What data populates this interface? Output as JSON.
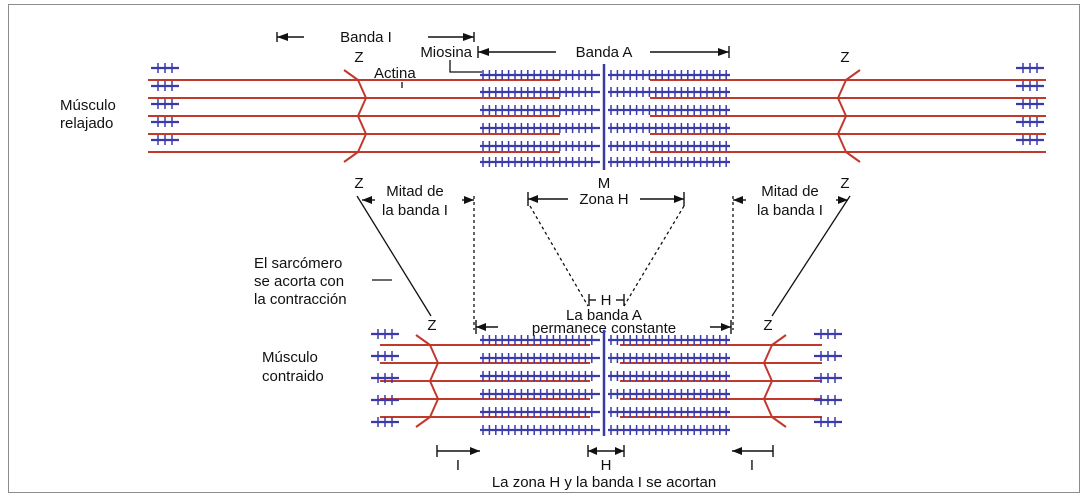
{
  "top": {
    "label_banda_i": "Banda I",
    "label_banda_a": "Banda A",
    "label_miosina": "Miosina",
    "label_actina": "Actina",
    "label_z_left": "Z",
    "label_z_right": "Z",
    "label_m": "M",
    "muscle_state_line1": "Músculo",
    "muscle_state_line2": "relajado"
  },
  "middle": {
    "label_z_left": "Z",
    "label_z_right": "Z",
    "mitad_left_line1": "Mitad de",
    "mitad_left_line2": "la banda I",
    "mitad_right_line1": "Mitad de",
    "mitad_right_line2": "la banda I",
    "zona_h": "Zona H",
    "sarcomere_line1": "El sarcómero",
    "sarcomere_line2": "se acorta con",
    "sarcomere_line3": "la contracción",
    "h_small": "H",
    "band_a_constant_line1": "La banda A",
    "band_a_constant_line2": "permanece constante"
  },
  "bottom": {
    "label_z_left": "Z",
    "label_z_right": "Z",
    "muscle_state_line1": "Músculo",
    "muscle_state_line2": "contraido",
    "label_i_left": "I",
    "label_h": "H",
    "label_i_right": "I",
    "caption": "La zona H y la banda I se acortan"
  },
  "colors": {
    "actin": "#c0392b",
    "myosin": "#3a3aa8",
    "frame": "#8c8c8c"
  }
}
